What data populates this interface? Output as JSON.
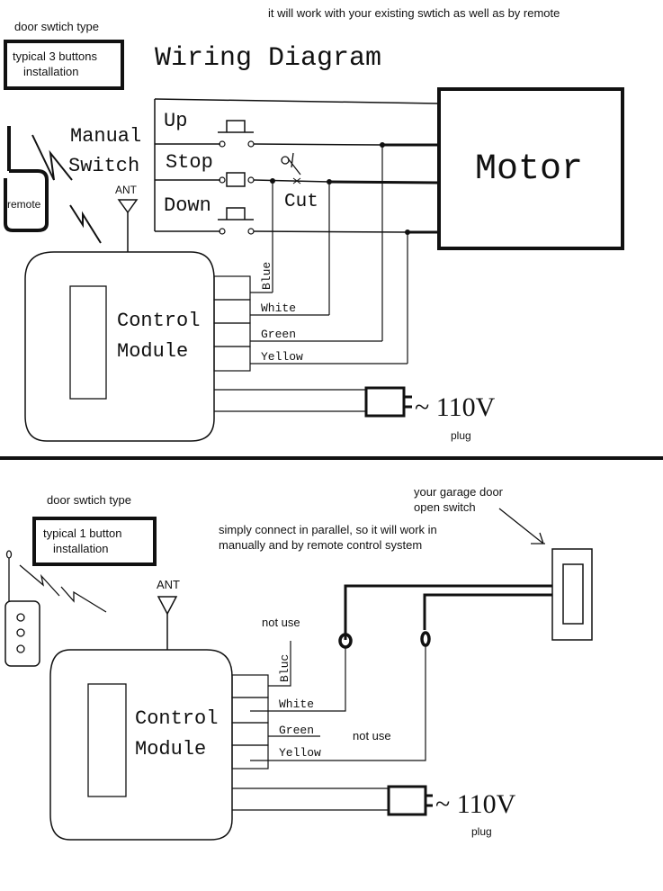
{
  "top": {
    "note": "it will work with your existing swtich as well as by remote",
    "switch_type_label": "door swtich type",
    "switch_type_box": [
      "typical 3 buttons",
      "installation"
    ],
    "title": "Wiring Diagram",
    "manual_switch": [
      "Manual",
      "Switch"
    ],
    "remote_label": "remote",
    "antenna_label": "ANT",
    "buttons": [
      "Up",
      "Stop",
      "Down"
    ],
    "cut_label": "Cut",
    "motor_label": "Motor",
    "module_label": [
      "Control",
      "Module"
    ],
    "wires": [
      "Blue",
      "White",
      "Green",
      "Yellow"
    ],
    "power": "~ 110V",
    "plug_label": "plug"
  },
  "bottom": {
    "switch_type_label": "door swtich type",
    "switch_type_box": [
      "typical 1 button",
      "installation"
    ],
    "parallel_note": [
      "simply connect in parallel, so it will work in",
      "manually and by remote control system"
    ],
    "garage_switch_label": [
      "your garage door",
      "open switch"
    ],
    "antenna_label": "ANT",
    "not_use_top": "not use",
    "not_use_green": "not use",
    "module_label": [
      "Control",
      "Module"
    ],
    "wires": [
      "Bluc",
      "White",
      "Green",
      "Yellow"
    ],
    "power": "~ 110V",
    "plug_label": "plug"
  }
}
